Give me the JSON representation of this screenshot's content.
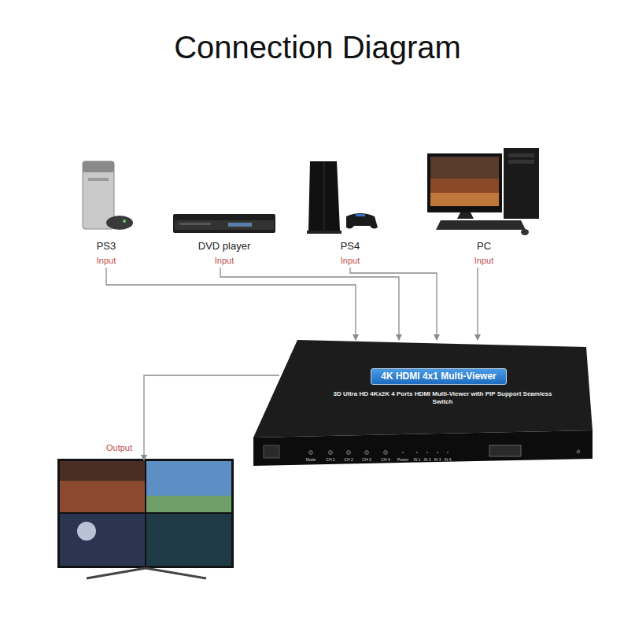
{
  "diagram": {
    "title": "Connection Diagram",
    "nodes": [
      {
        "text": [
          "PS3",
          "Input"
        ]
      },
      {
        "text": [
          "DVD player",
          "Input"
        ]
      },
      {
        "text": [
          "PS4",
          "Input"
        ]
      },
      {
        "text": [
          "PC",
          "Input"
        ]
      },
      {
        "text": [
          "4K HDMI 4x1 Multi-Viewer",
          "3D Ultra HD 4Kx2K 4 Ports HDMI Multi-Viewer with PIP Support Seamless Switch"
        ]
      },
      {
        "text": [
          "Output"
        ]
      }
    ],
    "edges": [
      {
        "from": 0,
        "to": 4,
        "arrow": "to"
      },
      {
        "from": 1,
        "to": 4,
        "arrow": "to"
      },
      {
        "from": 2,
        "to": 4,
        "arrow": "to"
      },
      {
        "from": 3,
        "to": 4,
        "arrow": "to"
      },
      {
        "from": 4,
        "to": 5,
        "arrow": "to"
      }
    ],
    "labels": [
      "Mode",
      "CH 1",
      "CH 2",
      "CH 3",
      "CH 4",
      "Power",
      "IN 1",
      "IN 2",
      "IN 3",
      "IN 4"
    ]
  }
}
